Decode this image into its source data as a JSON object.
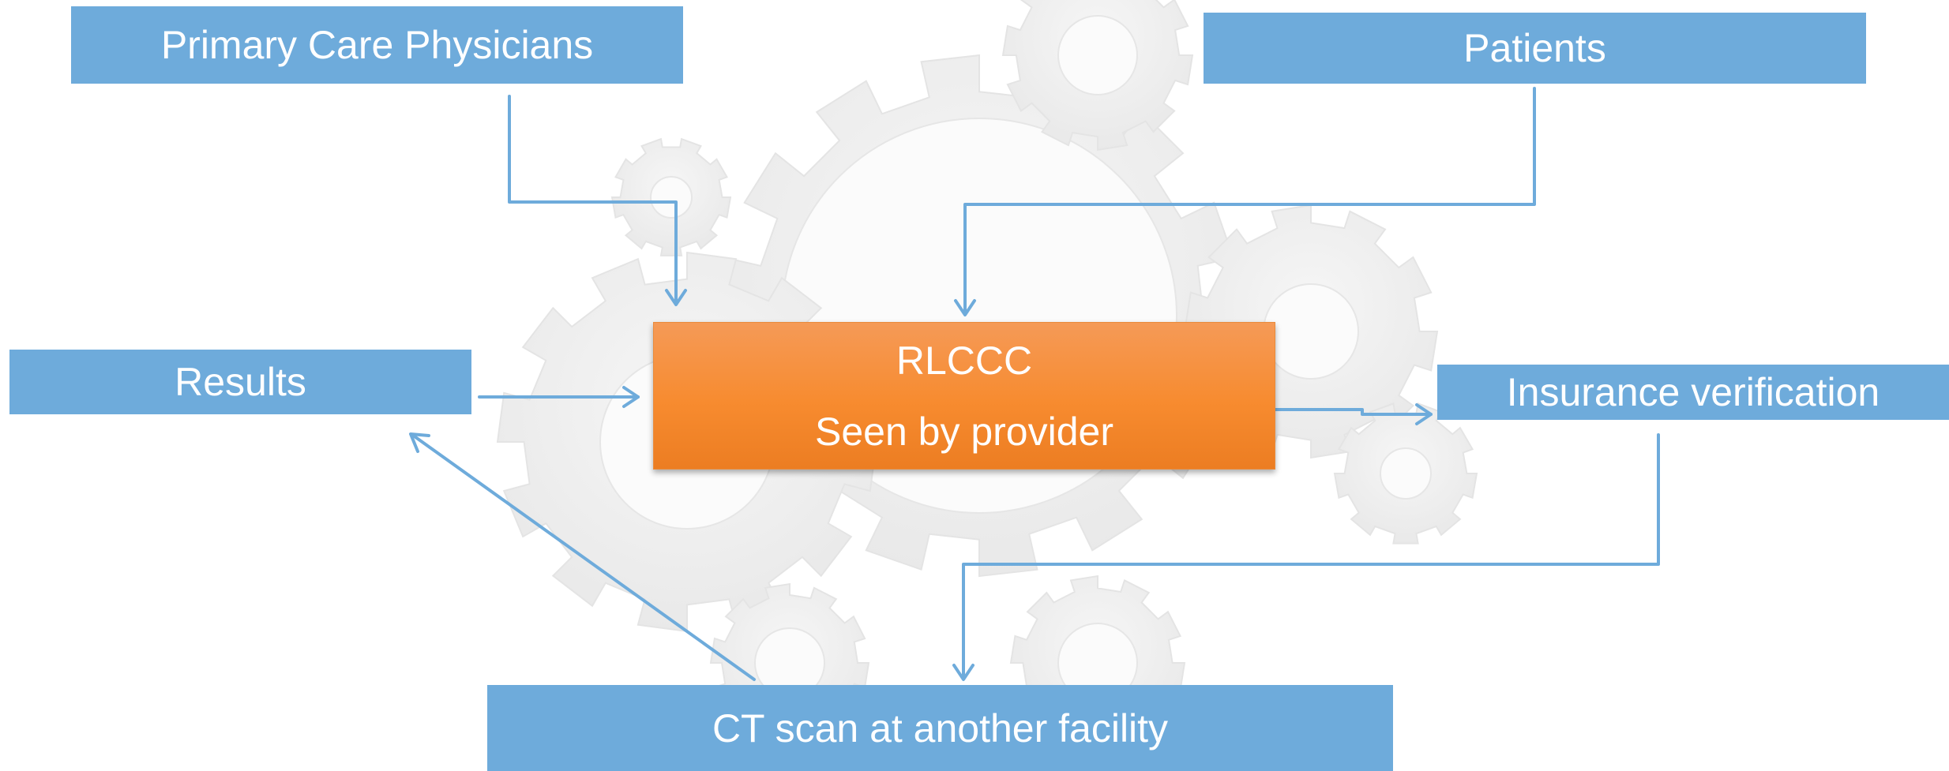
{
  "diagram": {
    "colors": {
      "box_fill": "#6eabdb",
      "box_text": "#ffffff",
      "center_fill": "#f78b2f",
      "connector": "#6eabdb",
      "background_gears": "#efefef"
    },
    "nodes": {
      "primary_care": {
        "label": "Primary Care Physicians"
      },
      "patients": {
        "label": "Patients"
      },
      "results": {
        "label": "Results"
      },
      "center": {
        "line1": "RLCCC",
        "line2": "Seen by provider"
      },
      "insurance": {
        "label": "Insurance verification"
      },
      "ct_scan": {
        "label": "CT scan at another facility"
      }
    },
    "edges": [
      {
        "from": "primary_care",
        "to": "center"
      },
      {
        "from": "patients",
        "to": "center"
      },
      {
        "from": "results",
        "to": "center"
      },
      {
        "from": "center",
        "to": "insurance"
      },
      {
        "from": "insurance",
        "to": "ct_scan"
      },
      {
        "from": "ct_scan",
        "to": "results"
      }
    ]
  }
}
